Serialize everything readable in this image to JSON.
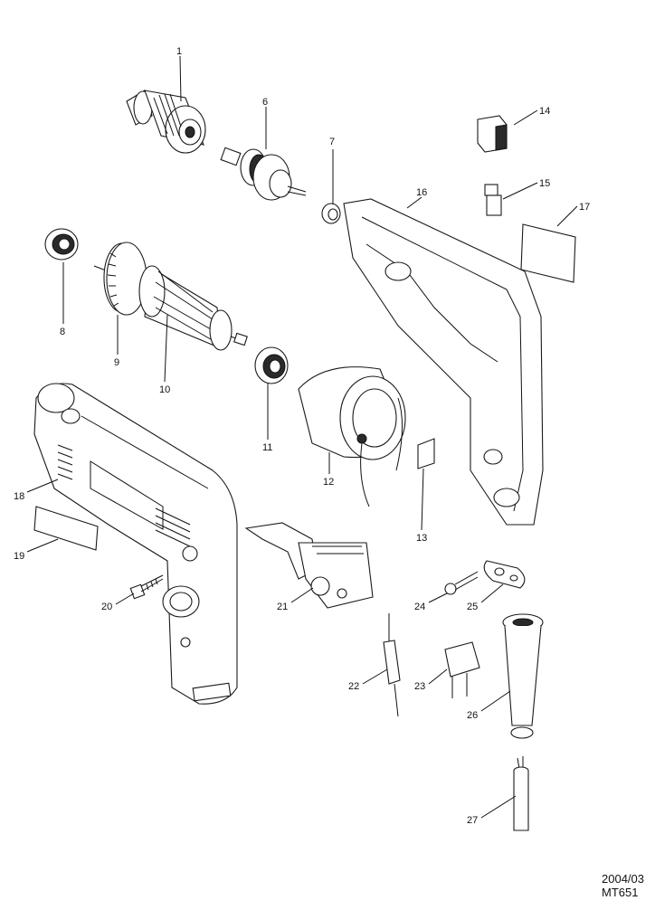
{
  "parts": [
    {
      "id": "p1",
      "number": "1",
      "icon": "drill-chuck-icon"
    },
    {
      "id": "p6",
      "number": "6",
      "icon": "spindle-gear-icon"
    },
    {
      "id": "p7",
      "number": "7",
      "icon": "bearing-sleeve-icon"
    },
    {
      "id": "p8",
      "number": "8",
      "icon": "ball-bearing-icon"
    },
    {
      "id": "p9",
      "number": "9",
      "icon": "fan-icon"
    },
    {
      "id": "p10",
      "number": "10",
      "icon": "armature-icon"
    },
    {
      "id": "p11",
      "number": "11",
      "icon": "ball-bearing-icon"
    },
    {
      "id": "p12",
      "number": "12",
      "icon": "field-stator-icon"
    },
    {
      "id": "p13",
      "number": "13",
      "icon": "insulation-clip-icon"
    },
    {
      "id": "p14",
      "number": "14",
      "icon": "carbon-brush-holder-icon"
    },
    {
      "id": "p15",
      "number": "15",
      "icon": "carbon-brush-icon"
    },
    {
      "id": "p16",
      "number": "16",
      "icon": "housing-half-icon"
    },
    {
      "id": "p17",
      "number": "17",
      "icon": "label-plate-icon"
    },
    {
      "id": "p18",
      "number": "18",
      "icon": "housing-set-icon"
    },
    {
      "id": "p19",
      "number": "19",
      "icon": "name-plate-icon"
    },
    {
      "id": "p20",
      "number": "20",
      "icon": "tapping-screw-icon"
    },
    {
      "id": "p21",
      "number": "21",
      "icon": "switch-icon"
    },
    {
      "id": "p22",
      "number": "22",
      "icon": "noise-filter-icon"
    },
    {
      "id": "p23",
      "number": "23",
      "icon": "capacitor-icon"
    },
    {
      "id": "p24",
      "number": "24",
      "icon": "tapping-screw-icon"
    },
    {
      "id": "p25",
      "number": "25",
      "icon": "strain-relief-icon"
    },
    {
      "id": "p26",
      "number": "26",
      "icon": "cord-guard-icon"
    },
    {
      "id": "p27",
      "number": "27",
      "icon": "cord-sleeve-icon"
    }
  ],
  "footer": {
    "date": "2004/03",
    "model": "MT651"
  }
}
